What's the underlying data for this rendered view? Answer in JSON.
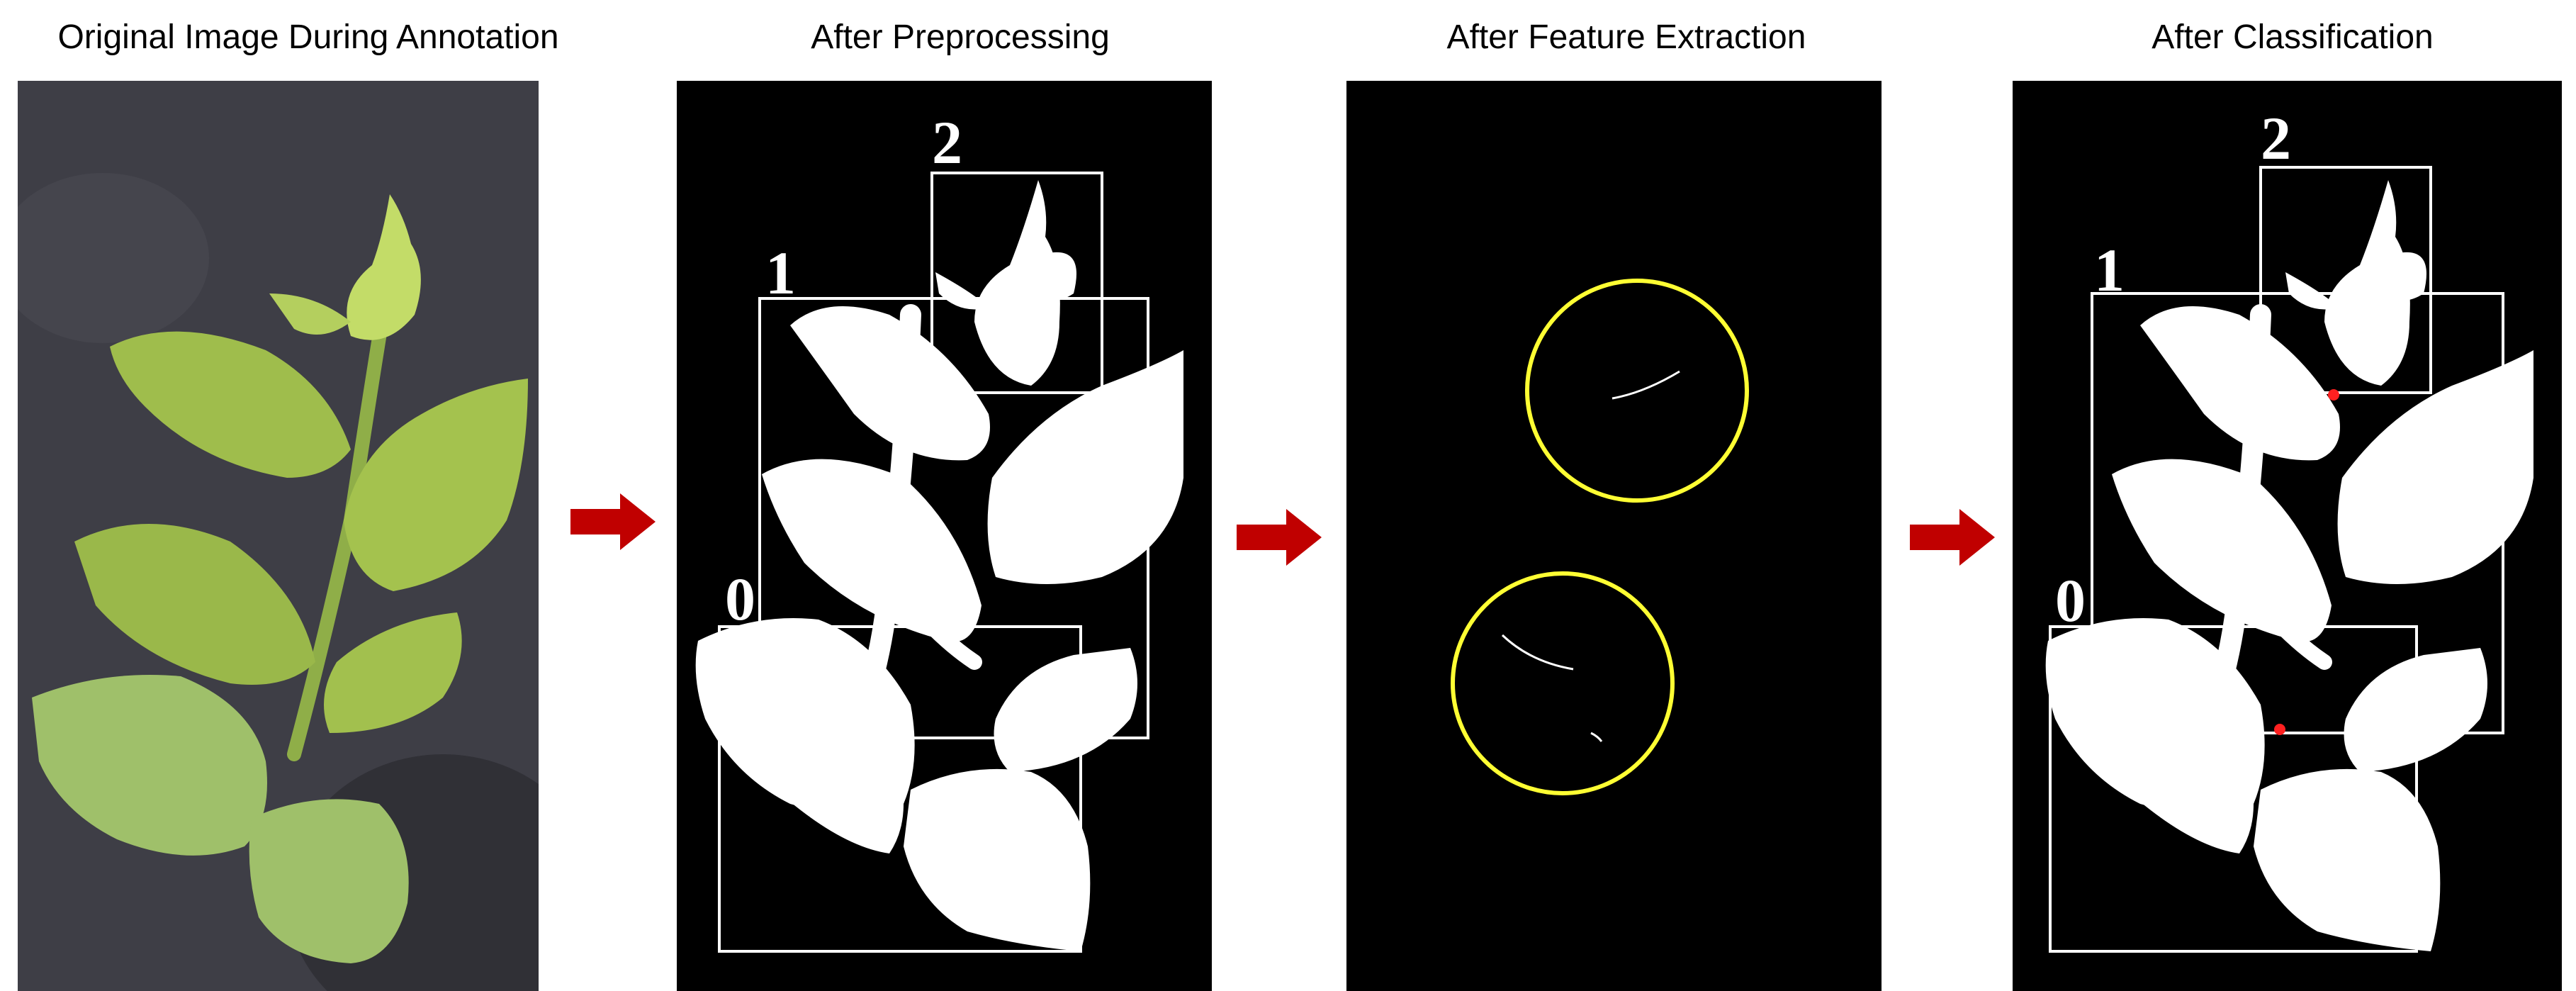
{
  "stages": [
    {
      "title": "Original Image During Annotation"
    },
    {
      "title": "After Preprocessing"
    },
    {
      "title": "After Feature Extraction"
    },
    {
      "title": "After Classification"
    }
  ],
  "box_labels": [
    "0",
    "1",
    "2"
  ],
  "colors": {
    "arrow": "#c00000",
    "highlight_circle": "#ffff33",
    "cut_point": "#ff2020",
    "mask": "#ffffff",
    "background_dark": "#000000",
    "soil": "#3e3e46",
    "leaf": "#a8c452",
    "leaf_bottom": "#9fc06a"
  }
}
